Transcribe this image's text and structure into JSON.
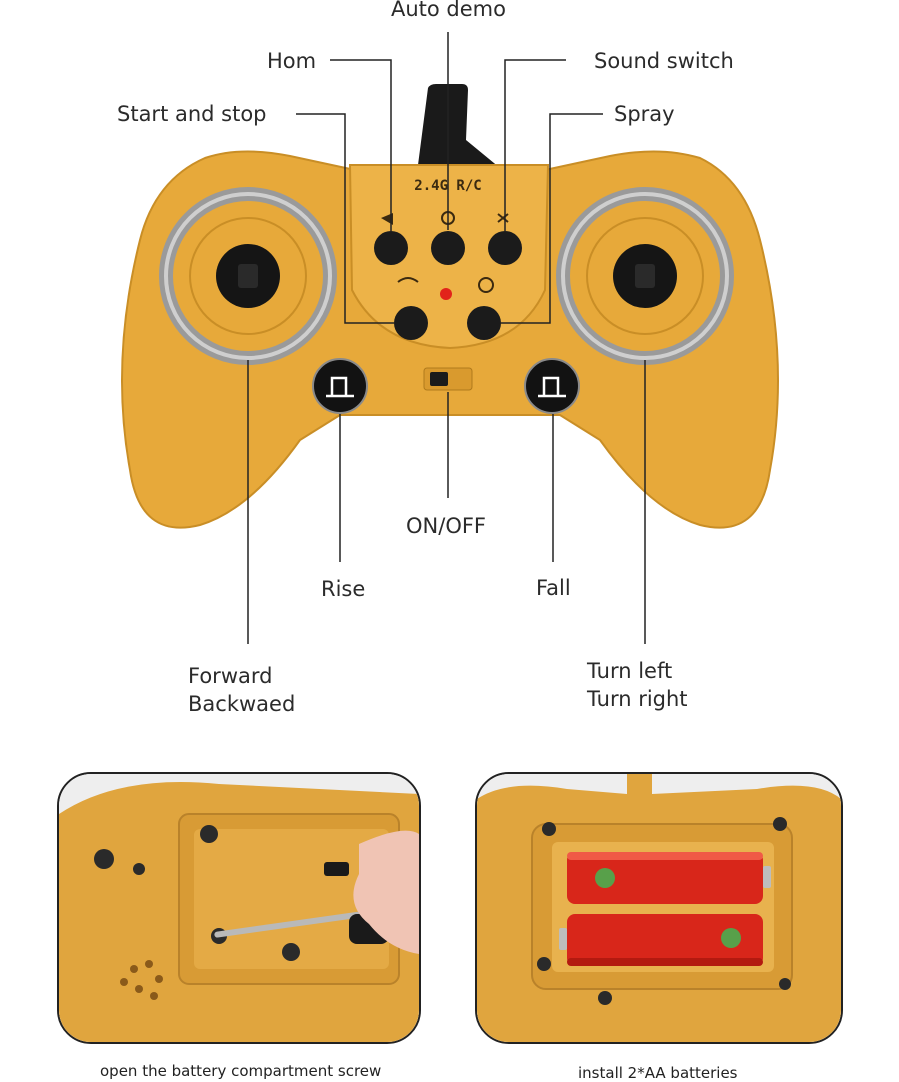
{
  "labels": {
    "auto_demo": "Auto demo",
    "horn": "Hom",
    "sound_switch": "Sound switch",
    "start_stop": "Start and stop",
    "spray": "Spray",
    "on_off": "ON/OFF",
    "rise": "Rise",
    "fall": "Fall",
    "forward_backward": "Forward\nBackwaed",
    "turn": "Turn left\nTurn right"
  },
  "controller": {
    "badge": "2.4G R/C"
  },
  "captions": {
    "left": "open the battery compartment screw",
    "right": "install 2*AA batteries"
  },
  "colors": {
    "body": "#E7A93A",
    "body_dark": "#C98E26",
    "button": "#1b1b1b",
    "battery": "#D8261A"
  }
}
